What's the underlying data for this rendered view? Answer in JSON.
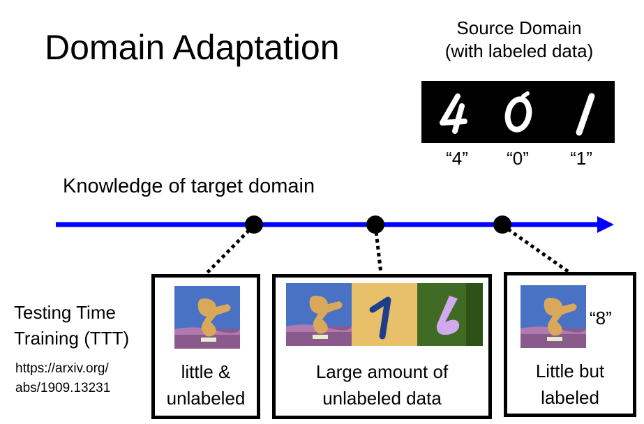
{
  "title": "Domain Adaptation",
  "source_domain": {
    "line1": "Source Domain",
    "line2": "(with labeled data)",
    "labels": [
      "“4”",
      "“0”",
      "“1”"
    ]
  },
  "axis": {
    "label": "Knowledge of target domain",
    "color": "#0000ff"
  },
  "ttt": {
    "line1": "Testing Time",
    "line2": "Training (TTT)",
    "link1": "https://arxiv.org/",
    "link2": "abs/1909.13231"
  },
  "boxes": [
    {
      "line1": "little &",
      "line2": "unlabeled"
    },
    {
      "line1": "Large amount of",
      "line2": "unlabeled data"
    },
    {
      "line1": "Little but",
      "line2": "labeled",
      "tag": "“8”"
    }
  ]
}
